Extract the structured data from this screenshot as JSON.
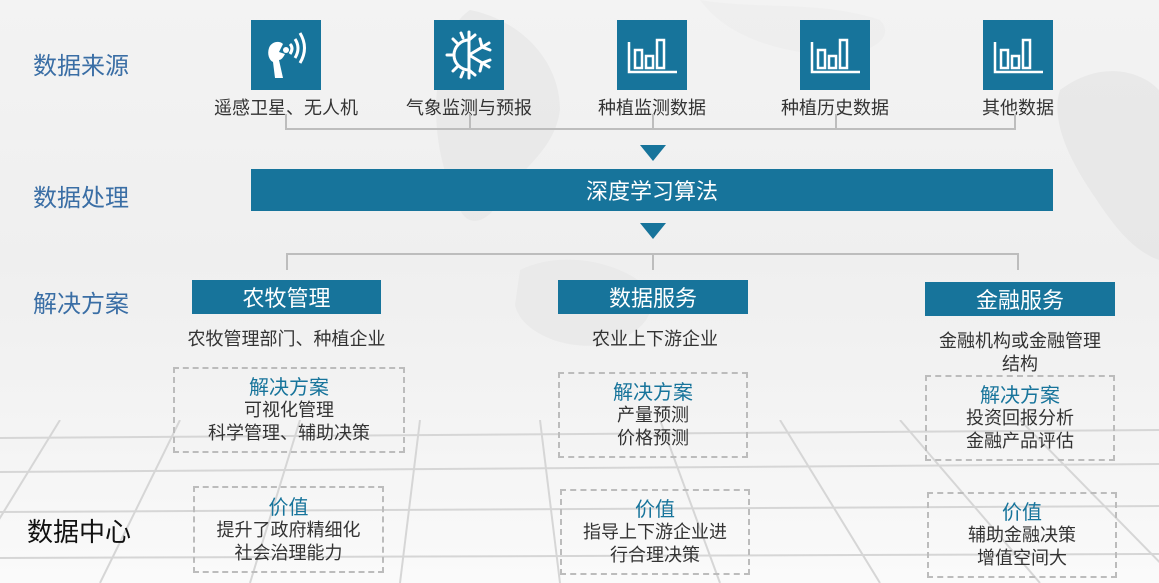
{
  "colors": {
    "accent": "#17749b",
    "row_label": "#3a6ea5",
    "connector": "#bdbdbd",
    "text": "#333333"
  },
  "rows": {
    "data_source": "数据来源",
    "data_processing": "数据处理",
    "solutions": "解决方案",
    "data_center": "数据中心"
  },
  "sources": [
    {
      "label": "遥感卫星、无人机",
      "icon": "satellite-antenna-icon"
    },
    {
      "label": "气象监测与预报",
      "icon": "weather-sun-snow-icon"
    },
    {
      "label": "种植监测数据",
      "icon": "bar-chart-icon"
    },
    {
      "label": "种植历史数据",
      "icon": "bar-chart-icon"
    },
    {
      "label": "其他数据",
      "icon": "bar-chart-icon"
    }
  ],
  "processing": {
    "algorithm": "深度学习算法"
  },
  "solutions": [
    {
      "title": "农牧管理",
      "target": "农牧管理部门、种植企业",
      "solution_head": "解决方案",
      "solution_lines": [
        "可视化管理",
        "科学管理、辅助决策"
      ],
      "value_head": "价值",
      "value_lines": [
        "提升了政府精细化",
        "社会治理能力"
      ]
    },
    {
      "title": "数据服务",
      "target": "农业上下游企业",
      "solution_head": "解决方案",
      "solution_lines": [
        "产量预测",
        "价格预测"
      ],
      "value_head": "价值",
      "value_lines": [
        "指导上下游企业进",
        "行合理决策"
      ]
    },
    {
      "title": "金融服务",
      "target": "金融机构或金融管理结构",
      "solution_head": "解决方案",
      "solution_lines": [
        "投资回报分析",
        "金融产品评估"
      ],
      "value_head": "价值",
      "value_lines": [
        "辅助金融决策",
        "增值空间大"
      ]
    }
  ]
}
